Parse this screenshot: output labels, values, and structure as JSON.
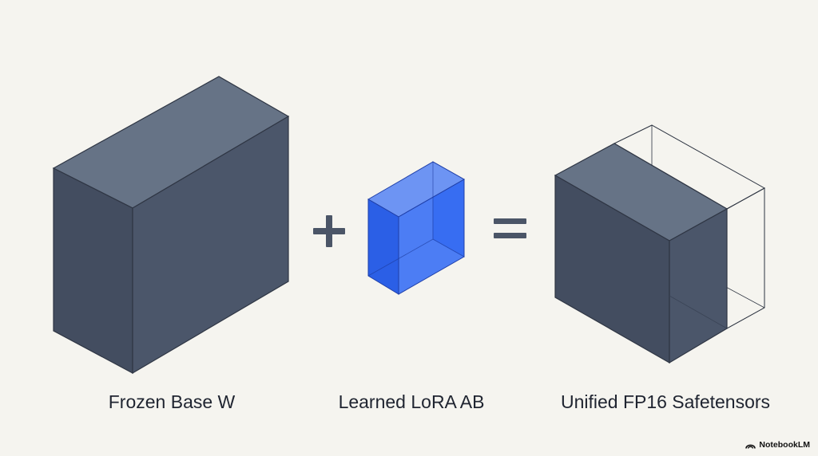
{
  "diagram": {
    "items": [
      {
        "label": "Frozen Base W"
      },
      {
        "label": "Learned LoRA AB"
      },
      {
        "label": "Unified FP16 Safetensors"
      }
    ],
    "operators": {
      "plus": "+",
      "equals": "="
    },
    "brand": "NotebookLM"
  },
  "colors": {
    "background": "#f5f4ef",
    "frozen_front": "#434d60",
    "frozen_side": "#4b566a",
    "frozen_top": "#667386",
    "lora_blue": "#2f68f2",
    "outline": "#2c3340"
  }
}
